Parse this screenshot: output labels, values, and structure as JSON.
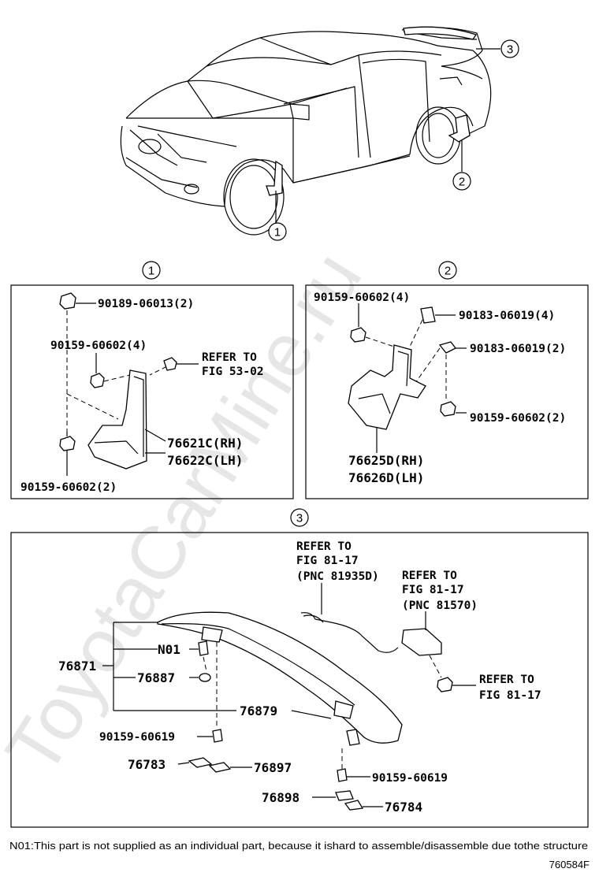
{
  "watermark": "ToyotaCarMine.ru",
  "callouts": {
    "c1": "1",
    "c2": "2",
    "c3": "3"
  },
  "panel1": {
    "labels": {
      "clip": "90189-06013(2)",
      "screw_top": "90159-60602(4)",
      "refer_1": "REFER TO",
      "refer_2": "FIG 53-02",
      "part_rh": "76621C(RH)",
      "part_lh": "76622C(LH)",
      "screw_bottom": "90159-60602(2)"
    }
  },
  "panel2": {
    "labels": {
      "screw_top": "90159-60602(4)",
      "nut_top": "90183-06019(4)",
      "nut_mid": "90183-06019(2)",
      "screw_right": "90159-60602(2)",
      "part_rh": "76625D(RH)",
      "part_lh": "76626D(LH)"
    }
  },
  "panel3": {
    "labels": {
      "refer_a_1": "REFER TO",
      "refer_a_2": "FIG 81-17",
      "refer_a_3": "(PNC 81935D)",
      "refer_b_1": "REFER TO",
      "refer_b_2": "FIG 81-17",
      "refer_b_3": "(PNC 81570)",
      "refer_c_1": "REFER TO",
      "refer_c_2": "FIG 81-17",
      "assy": "76871",
      "n01": "N01",
      "washer": "76887",
      "spoiler": "76879",
      "bolt_left": "90159-60619",
      "pad_left_a": "76783",
      "pad_left_b": "76897",
      "bolt_right": "90159-60619",
      "pad_right_a": "76898",
      "pad_right_b": "76784"
    }
  },
  "footnote": "N01:This part is not supplied as an individual part, because it ishard to assemble/disassemble due tothe structure",
  "figure_id": "760584F"
}
